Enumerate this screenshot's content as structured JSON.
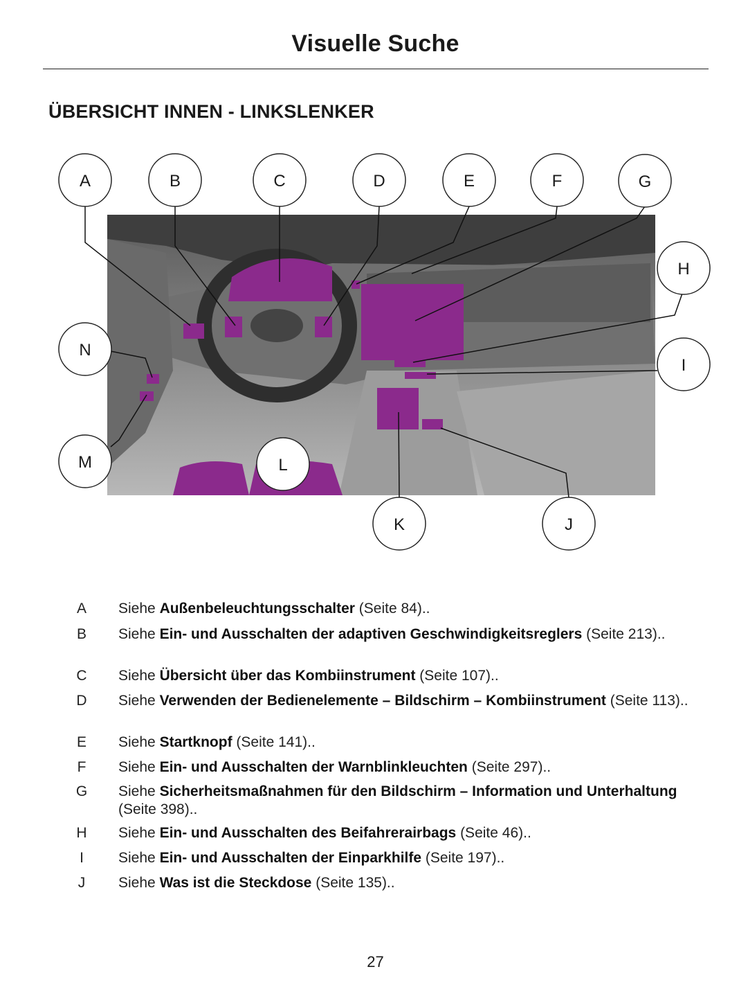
{
  "header": {
    "title": "Visuelle Suche"
  },
  "section": {
    "heading": "ÜBERSICHT INNEN - LINKSLENKER"
  },
  "figure": {
    "callouts": [
      "A",
      "B",
      "C",
      "D",
      "E",
      "F",
      "G",
      "H",
      "I",
      "J",
      "K",
      "L",
      "M",
      "N"
    ],
    "highlight_color": "#8b2a8c",
    "interior_color": "#8a8a8a"
  },
  "legend": [
    {
      "letter": "A",
      "prefix": "Siehe",
      "bold": "Außenbeleuchtungsschalter",
      "suffix": " (Seite 84).."
    },
    {
      "letter": "B",
      "prefix": "Siehe",
      "bold": "Ein- und Ausschalten der adaptiven Geschwindigkeitsreglers",
      "suffix": " (Seite 213).."
    },
    {
      "letter": "C",
      "prefix": "Siehe",
      "bold": "Übersicht über das Kombiinstrument",
      "suffix": " (Seite 107).."
    },
    {
      "letter": "D",
      "prefix": "Siehe",
      "bold": "Verwenden der Bedienelemente – Bildschirm – Kombiinstrument",
      "suffix": " (Seite 113).."
    },
    {
      "letter": "E",
      "prefix": "Siehe",
      "bold": "Startknopf",
      "suffix": " (Seite 141).."
    },
    {
      "letter": "F",
      "prefix": "Siehe",
      "bold": "Ein- und Ausschalten der Warnblinkleuchten",
      "suffix": " (Seite 297).."
    },
    {
      "letter": "G",
      "prefix": "Siehe",
      "bold": "Sicherheitsmaßnahmen für den Bildschirm – Information und Unterhaltung",
      "suffix": " (Seite 398).."
    },
    {
      "letter": "H",
      "prefix": "Siehe",
      "bold": "Ein- und Ausschalten des Beifahrerairbags",
      "suffix": " (Seite 46).."
    },
    {
      "letter": "I",
      "prefix": "Siehe",
      "bold": "Ein- und Ausschalten der Einparkhilfe",
      "suffix": " (Seite 197).."
    },
    {
      "letter": "J",
      "prefix": "Siehe",
      "bold": "Was ist die Steckdose",
      "suffix": " (Seite 135).."
    }
  ],
  "footer": {
    "page_number": "27"
  }
}
